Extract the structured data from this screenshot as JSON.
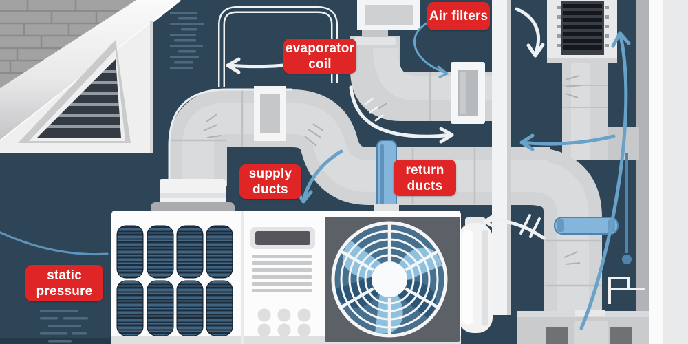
{
  "diagram": {
    "labels": {
      "air_filters": {
        "line1": "Air filters",
        "line2": ""
      },
      "evaporator_coil": {
        "line1": "evaporator",
        "line2": "coil"
      },
      "supply_ducts": {
        "line1": "supply",
        "line2": "ducts"
      },
      "return_ducts": {
        "line1": "return",
        "line2": "ducts"
      },
      "static_pressure": {
        "line1": "static",
        "line2": "pressure"
      }
    },
    "colors": {
      "label_bg": "#df2525",
      "label_text": "#ffffff",
      "background": "#2d4557",
      "duct_gray": "#d2d3d5",
      "accent_blue": "#68a2c9",
      "pipe_blue": "#84b5da",
      "coil_navy": "#1d2c3a",
      "arrow_white": "#eef1f3"
    }
  }
}
